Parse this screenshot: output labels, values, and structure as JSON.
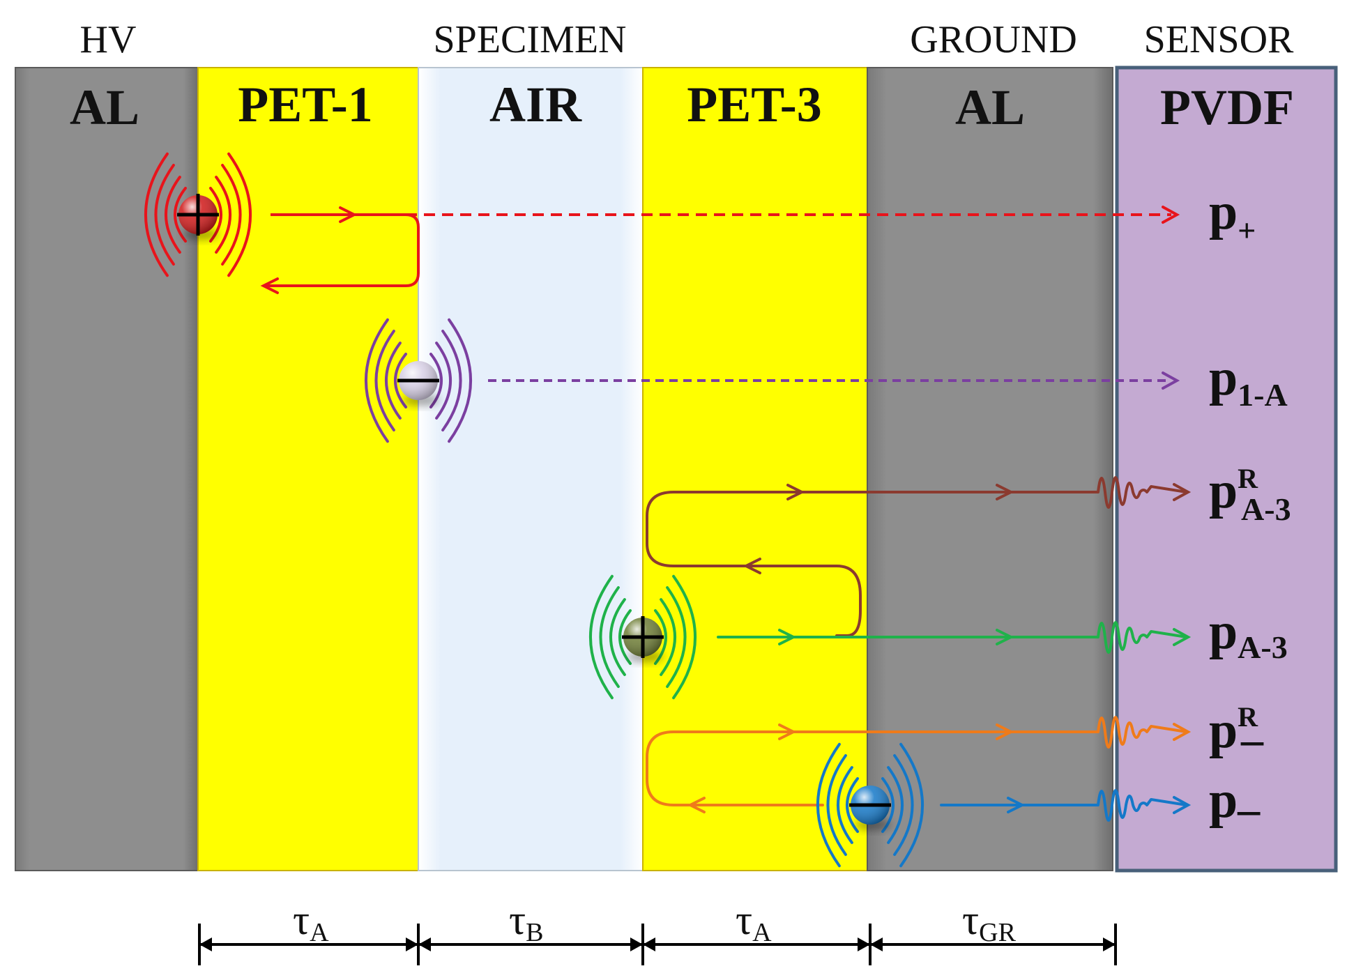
{
  "top_labels": {
    "hv": "HV",
    "specimen": "SPECIMEN",
    "ground": "GROUND",
    "sensor": "SENSOR"
  },
  "layers": [
    {
      "id": "al-hv",
      "label": "AL",
      "fill": "#8c8c8c"
    },
    {
      "id": "pet-1",
      "label": "PET-1",
      "fill": "#ffff00"
    },
    {
      "id": "air",
      "label": "AIR",
      "fill": "#e8f2fc"
    },
    {
      "id": "pet-3",
      "label": "PET-3",
      "fill": "#ffff00"
    },
    {
      "id": "al-ground",
      "label": "AL",
      "fill": "#8c8c8c"
    },
    {
      "id": "pvdf",
      "label": "PVDF",
      "fill": "#c4aad2"
    }
  ],
  "signals": [
    {
      "id": "p-plus",
      "base": "p",
      "sup": "",
      "sub": "+",
      "color": "#e8141b"
    },
    {
      "id": "p-1a",
      "base": "p",
      "sup": "",
      "sub": "1-A",
      "color": "#7b3fa0"
    },
    {
      "id": "p-r-a3",
      "base": "p",
      "sup": "R",
      "sub": "A-3",
      "color": "#8b3a2f"
    },
    {
      "id": "p-a3",
      "base": "p",
      "sup": "",
      "sub": "A-3",
      "color": "#1fb24a"
    },
    {
      "id": "p-r-minus",
      "base": "p",
      "sup": "R",
      "sub": "–",
      "color": "#ef7b1a"
    },
    {
      "id": "p-minus",
      "base": "p",
      "sup": "",
      "sub": "–",
      "color": "#1478c8"
    }
  ],
  "charges": [
    {
      "id": "charge-positive-hv",
      "sign": "+",
      "color": "#d01818"
    },
    {
      "id": "charge-negative-pet1-air",
      "sign": "–",
      "color": "#d8d0e6"
    },
    {
      "id": "charge-positive-air-pet3",
      "sign": "+",
      "color": "#6e7d35"
    },
    {
      "id": "charge-negative-ground",
      "sign": "–",
      "color": "#1478c8"
    }
  ],
  "transit_times": [
    {
      "id": "tau-a-pet1",
      "base": "τ",
      "sub": "A"
    },
    {
      "id": "tau-b-air",
      "base": "τ",
      "sub": "B"
    },
    {
      "id": "tau-a-pet3",
      "base": "τ",
      "sub": "A"
    },
    {
      "id": "tau-gr-ground",
      "base": "τ",
      "sub": "GR"
    }
  ]
}
